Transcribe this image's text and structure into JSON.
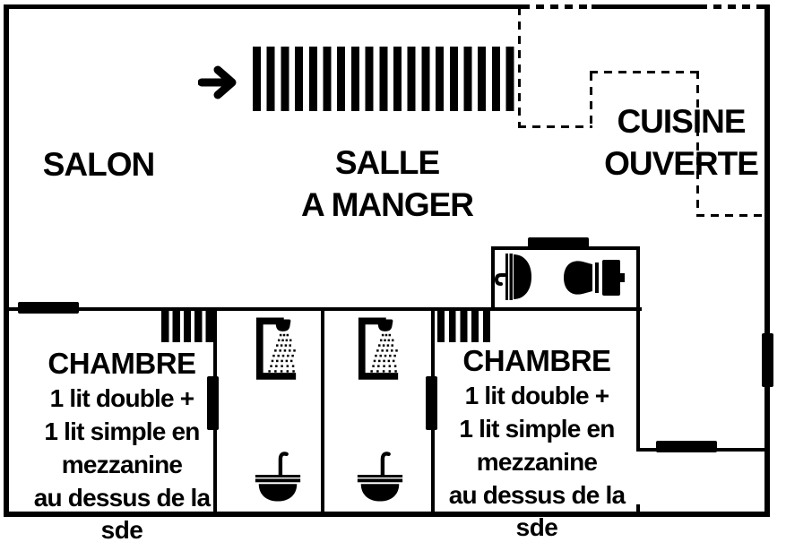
{
  "title": "Floor plan of an apartment",
  "colors": {
    "wall": "#000000",
    "background": "#ffffff",
    "text": "#000000"
  },
  "rooms": {
    "salon": {
      "label": "SALON"
    },
    "salle_a_manger": {
      "line1": "SALLE",
      "line2": "A MANGER"
    },
    "cuisine": {
      "line1": "CUISINE",
      "line2": "OUVERTE"
    },
    "chambre_left": {
      "title": "CHAMBRE",
      "line1": "1 lit double +",
      "line2": "1 lit simple en",
      "line3": "mezzanine",
      "line4": "au dessus de la",
      "line5": "sde"
    },
    "chambre_right": {
      "title": "CHAMBRE",
      "line1": "1 lit double +",
      "line2": "1 lit simple en",
      "line3": "mezzanine",
      "line4": "au dessus de la",
      "line5": "sde"
    }
  },
  "icons": [
    "entrance-arrow-icon",
    "stairs-hatch",
    "shower-icon",
    "sink-icon",
    "washbasin-icon",
    "toilet-icon",
    "door-opening-marker",
    "vent-hatch"
  ]
}
